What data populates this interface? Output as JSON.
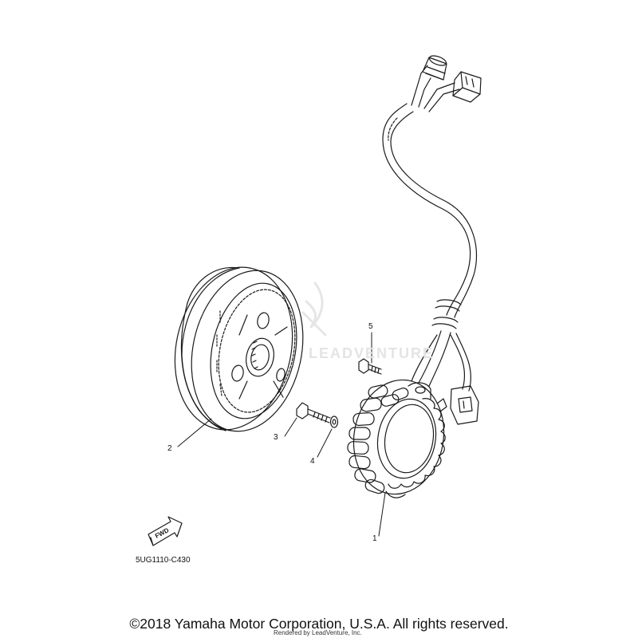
{
  "diagram": {
    "code": "5UG1110-C430",
    "callouts": [
      "1",
      "2",
      "3",
      "4",
      "5"
    ],
    "fwd_label": "FWD",
    "watermark": "LEADVENTURE"
  },
  "footer": {
    "copyright": "©2018 Yamaha Motor Corporation, U.S.A. All rights reserved.",
    "rendered_by": "Rendered by LeadVenture, Inc."
  }
}
